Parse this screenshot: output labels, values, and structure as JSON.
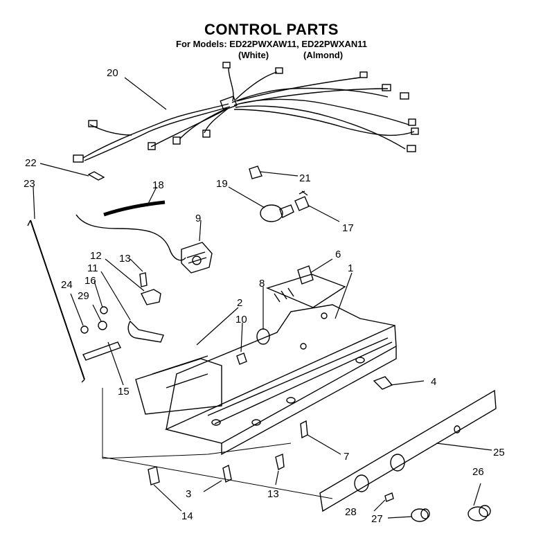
{
  "title": "CONTROL PARTS",
  "subtitle": "For Models: ED22PWXAW11, ED22PWXAN11",
  "variants": [
    "(White)",
    "(Almond)"
  ],
  "callouts": [
    "20",
    "22",
    "21",
    "23",
    "18",
    "19",
    "17",
    "9",
    "12",
    "13",
    "11",
    "6",
    "1",
    "16",
    "24",
    "29",
    "8",
    "2",
    "10",
    "15",
    "4",
    "25",
    "7",
    "3",
    "13",
    "26",
    "14",
    "28",
    "27"
  ]
}
